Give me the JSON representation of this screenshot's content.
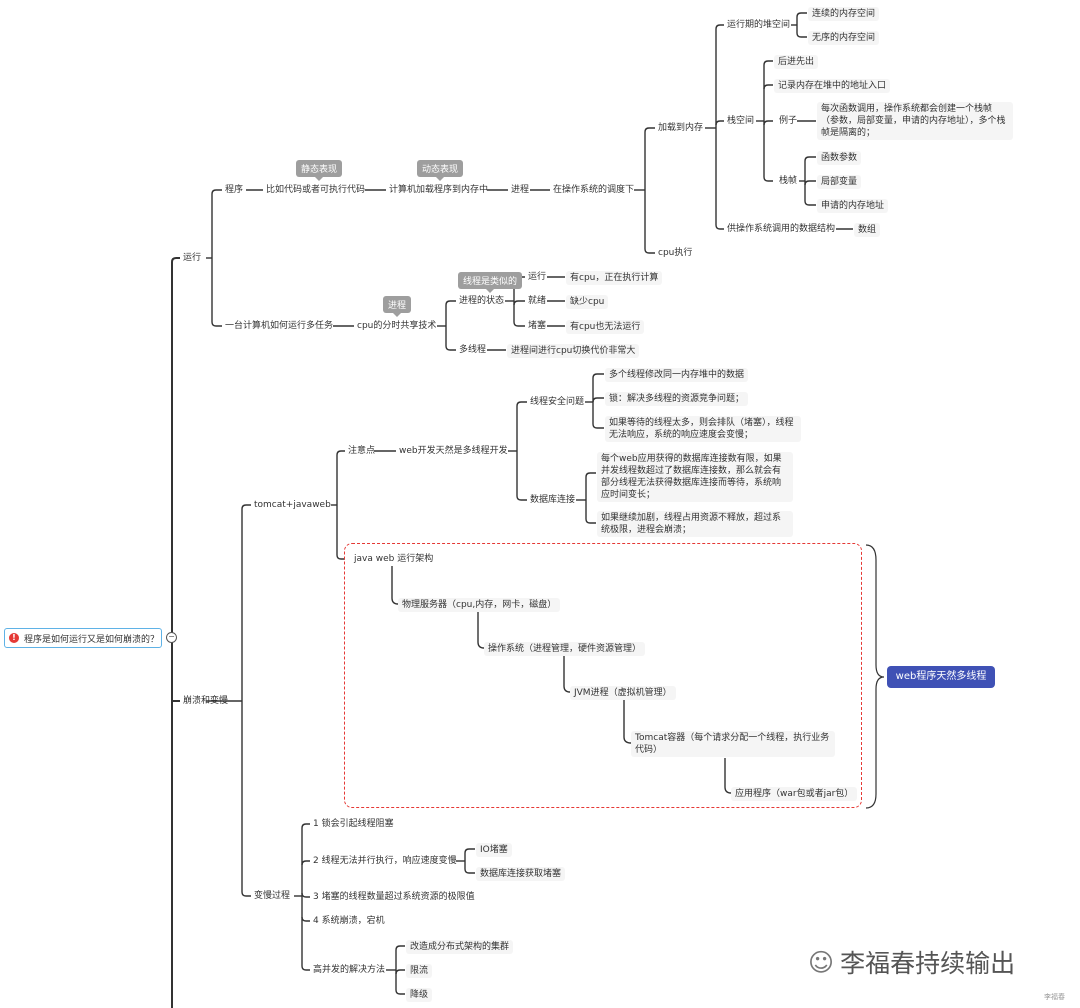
{
  "root": {
    "label": "程序是如何运行又是如何崩溃的？"
  },
  "run": {
    "label": "运行",
    "program": {
      "label": "程序",
      "code": "比如代码或者可执行代码",
      "tag_static": "静态表现",
      "loaded": "计算机加载程序到内存中",
      "tag_dynamic": "动态表现",
      "process": "进程",
      "scheduling": "在操作系统的调度下",
      "load_to_memory": "加载到内存",
      "heap": "运行期的堆空间",
      "heap_contig": "连续的内存空间",
      "heap_noncontig": "无序的内存空间",
      "stack": "栈空间",
      "lifo": "后进先出",
      "addr_entry": "记录内存在堆中的地址入口",
      "example": "例子",
      "example_text": "每次函数调用，操作系统都会创建一个栈帧（参数，局部变量，申请的内存地址），多个栈帧是隔离的；",
      "frame": "栈帧",
      "frame_params": "函数参数",
      "frame_locals": "局部变量",
      "frame_addr": "申请的内存地址",
      "ds": "供操作系统调用的数据结构",
      "array": "数组",
      "cpu_exec": "cpu执行"
    },
    "multitask": {
      "label": "一台计算机如何运行多任务",
      "timeshare": "cpu的分时共享技术",
      "tag_process": "进程",
      "states": "进程的状态",
      "tag_thread": "线程是类似的",
      "running": "运行",
      "running_desc": "有cpu，正在执行计算",
      "ready": "就绪",
      "ready_desc": "缺少cpu",
      "blocked": "堵塞",
      "blocked_desc": "有cpu也无法运行",
      "multithread": "多线程",
      "multithread_desc": "进程间进行cpu切换代价非常大"
    }
  },
  "crash": {
    "label": "崩溃和变慢",
    "tomcat": {
      "label": "tomcat+javaweb",
      "notice": "注意点",
      "web_multi": "web开发天然是多线程开发",
      "thread_safety": "线程安全问题",
      "ts1": "多个线程修改同一内存堆中的数据",
      "ts2": "锁：解决多线程的资源竞争问题；",
      "ts3": "如果等待的线程太多，则会排队（堵塞），线程无法响应，系统的响应速度会变慢；",
      "db_conn": "数据库连接",
      "db1": "每个web应用获得的数据库连接数有限，如果并发线程数超过了数据库连接数，那么就会有部分线程无法获得数据库连接而等待，系统响应时间变长；",
      "db2": "如果继续加剧，线程占用资源不释放，超过系统极限，进程会崩溃；",
      "arch": "java web 运行架构",
      "server": "物理服务器（cpu,内存，网卡，磁盘）",
      "os": "操作系统（进程管理，硬件资源管理）",
      "jvm": "JVM进程（虚拟机管理）",
      "tomcat_container": "Tomcat容器（每个请求分配一个线程，执行业务代码）",
      "app": "应用程序（war包或者jar包）",
      "callout": "web程序天然多线程"
    },
    "slow": {
      "label": "变慢过程",
      "s1": "1 锁会引起线程阻塞",
      "s2": "2 线程无法并行执行，响应速度变慢",
      "io": "IO堵塞",
      "dbblock": "数据库连接获取堵塞",
      "s3": "3 堵塞的线程数量超过系统资源的极限值",
      "s4": "4 系统崩溃，宕机",
      "hc": "高并发的解决方法",
      "hc1": "改造成分布式架构的集群",
      "hc2": "限流",
      "hc3": "降级"
    }
  },
  "watermark": {
    "text": "李福春持续输出",
    "small": "李福春",
    "icon": "wechat-icon"
  },
  "colors": {
    "line": "#333333",
    "root_border": "#5fb2e6",
    "dashed": "#e53935",
    "callout": "#3f51b5",
    "tag": "#9e9e9e"
  }
}
